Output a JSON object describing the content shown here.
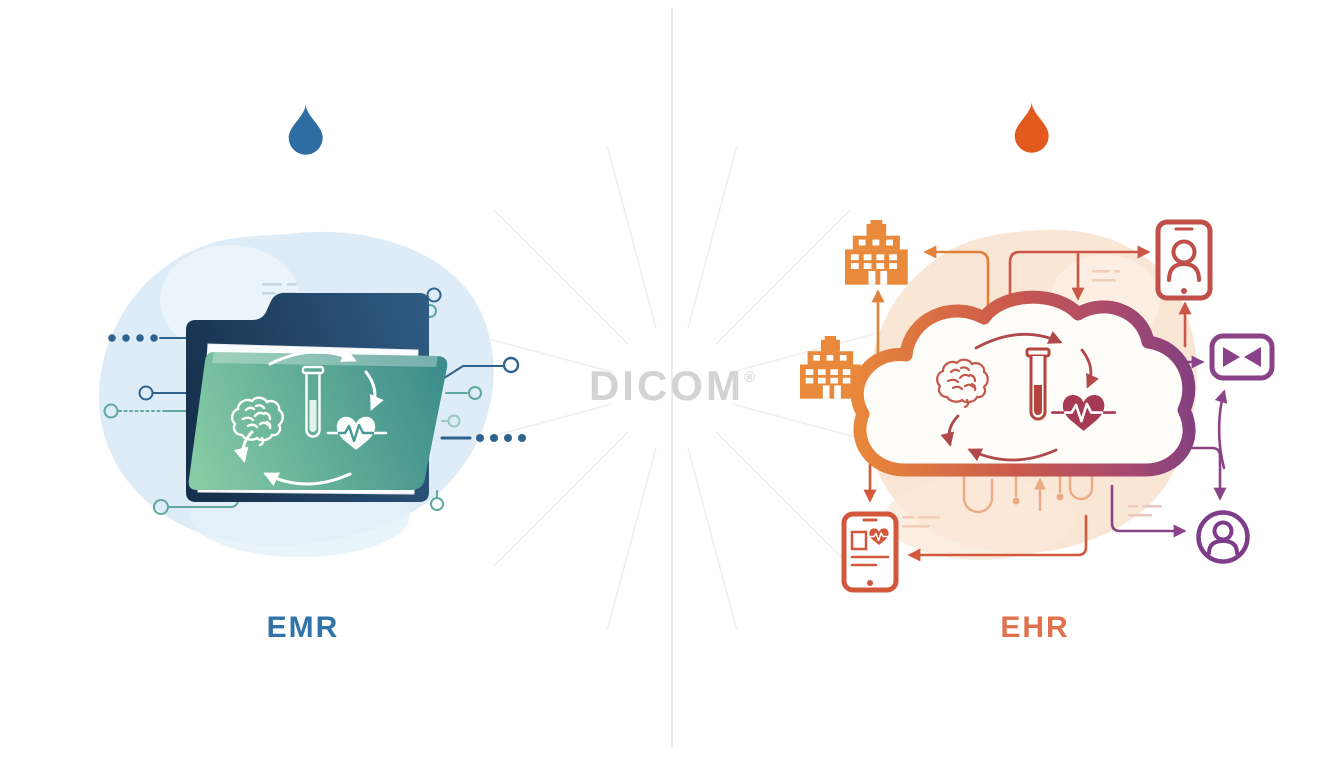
{
  "page": {
    "background": "#ffffff",
    "divider_color": "#eaeaec"
  },
  "center": {
    "standard_label": "DICOM",
    "registered_mark": "®",
    "text_color": "#d2d3d5",
    "decoration": "starburst-rays"
  },
  "left_panel": {
    "system_label": "EMR",
    "label_color": "#3173a9",
    "drop_color": "#2d6da3",
    "blob_color": "#dcebf7",
    "folder_back_color": "#1d3c60",
    "folder_front_colors": [
      "#7cc59e",
      "#3f8f8c"
    ],
    "icon_names": [
      "water-drop-icon",
      "folder-icon",
      "paper-icon",
      "brain-icon",
      "test-tube-icon",
      "heart-ecg-icon",
      "cycle-arrows-icon",
      "circuit-trace-icons"
    ]
  },
  "right_panel": {
    "system_label": "EHR",
    "label_color": "#e0714d",
    "drop_color": "#e2591d",
    "blob_color": "#f9e3d0",
    "cloud_gradient": [
      "#e8863b",
      "#c4504f",
      "#8a3f86"
    ],
    "icon_names": [
      "water-drop-icon",
      "cloud-icon",
      "brain-icon",
      "test-tube-icon",
      "heart-ecg-icon",
      "cycle-arrows-icon",
      "hospital-icon",
      "hospital-icon",
      "tablet-user-icon",
      "mail-icon",
      "user-circle-icon",
      "tablet-record-icon",
      "connector-arrows"
    ]
  }
}
